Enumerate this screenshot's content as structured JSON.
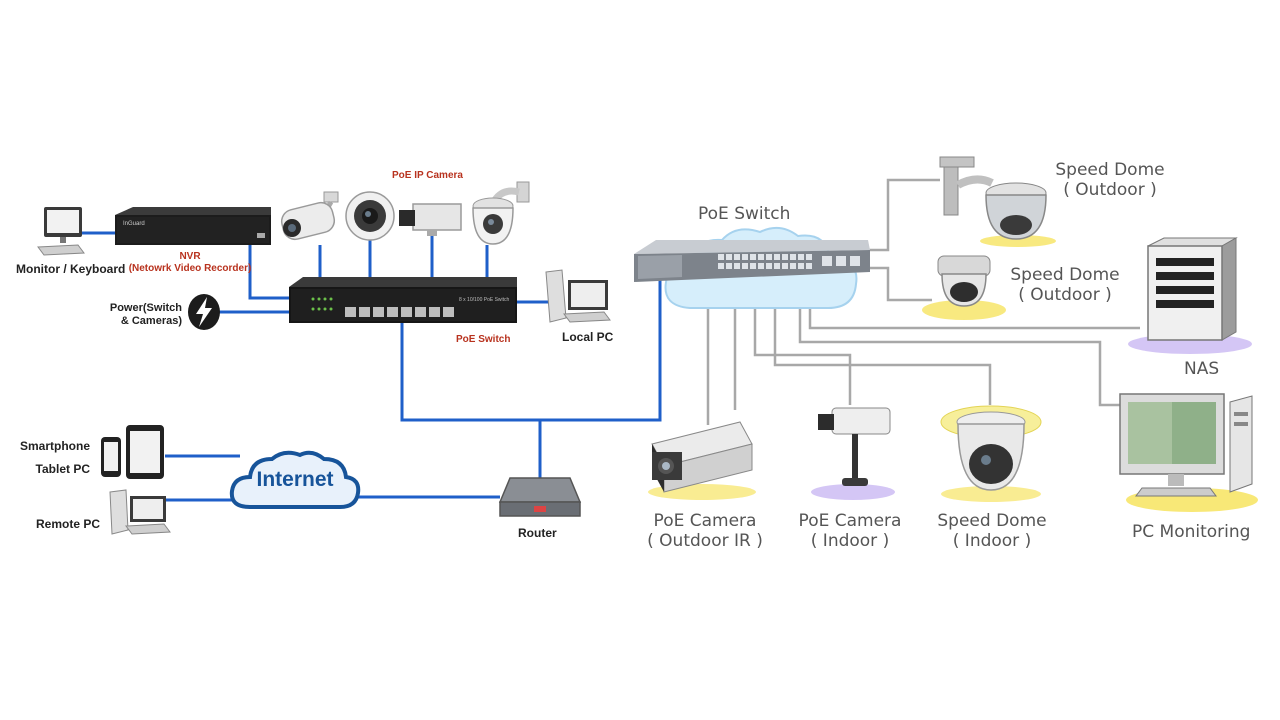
{
  "left_diagram": {
    "monitor_keyboard": "Monitor / Keyboard",
    "nvr_title": "NVR",
    "nvr_subtitle": "(Netowrk Video Recorder)",
    "nvr_brand": "InGuard",
    "poe_ip_camera": "PoE IP Camera",
    "power_line1": "Power(Switch",
    "power_line2": "& Cameras)",
    "poe_switch": "PoE Switch",
    "poe_switch_badge": "8 x 10/100 PoE Switch",
    "local_pc": "Local PC",
    "smartphone": "Smartphone",
    "tablet_pc": "Tablet PC",
    "remote_pc": "Remote PC",
    "internet": "Internet",
    "router": "Router"
  },
  "right_diagram": {
    "poe_switch": "PoE Switch",
    "speed_dome_outdoor_1": {
      "line1": "Speed Dome",
      "line2": "( Outdoor )"
    },
    "speed_dome_outdoor_2": {
      "line1": "Speed Dome",
      "line2": "( Outdoor )"
    },
    "nas": "NAS",
    "poe_camera_outdoor_ir": {
      "line1": "PoE Camera",
      "line2": "( Outdoor IR )"
    },
    "poe_camera_indoor": {
      "line1": "PoE Camera",
      "line2": "( Indoor )"
    },
    "speed_dome_indoor": {
      "line1": "Speed Dome",
      "line2": "( Indoor )"
    },
    "pc_monitoring": "PC Monitoring"
  },
  "colors": {
    "blue_link": "#1f5fc9",
    "grey_link": "#a8a8a8",
    "red_label": "#b8321e",
    "halo_yellow": "#f5e04a",
    "halo_purple": "#c9b8f2",
    "cloud_blue": "#d6eefb"
  }
}
